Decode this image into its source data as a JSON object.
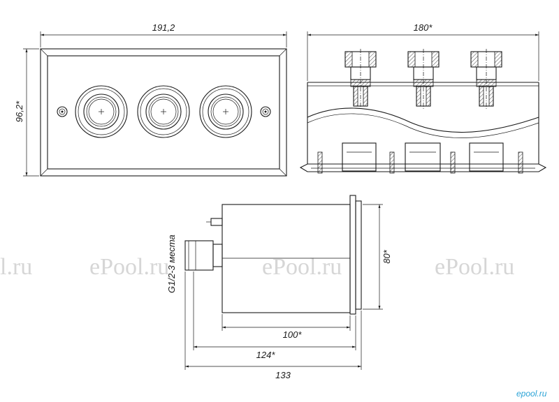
{
  "dimensions": {
    "front_width": "191,2",
    "front_height": "96,2*",
    "top_width": "180*",
    "side_height": "80*",
    "side_len_100": "100*",
    "side_len_124": "124*",
    "side_len_133": "133",
    "thread_label": "G1/2-3 места"
  },
  "watermarks": [
    "l.ru",
    "ePool.ru",
    "ePool.ru",
    "ePool.ru"
  ],
  "logo": "epool.ru",
  "colors": {
    "line": "#1a1a1a",
    "watermark": "#d6d6d6",
    "logo": "#2aa3d6"
  }
}
